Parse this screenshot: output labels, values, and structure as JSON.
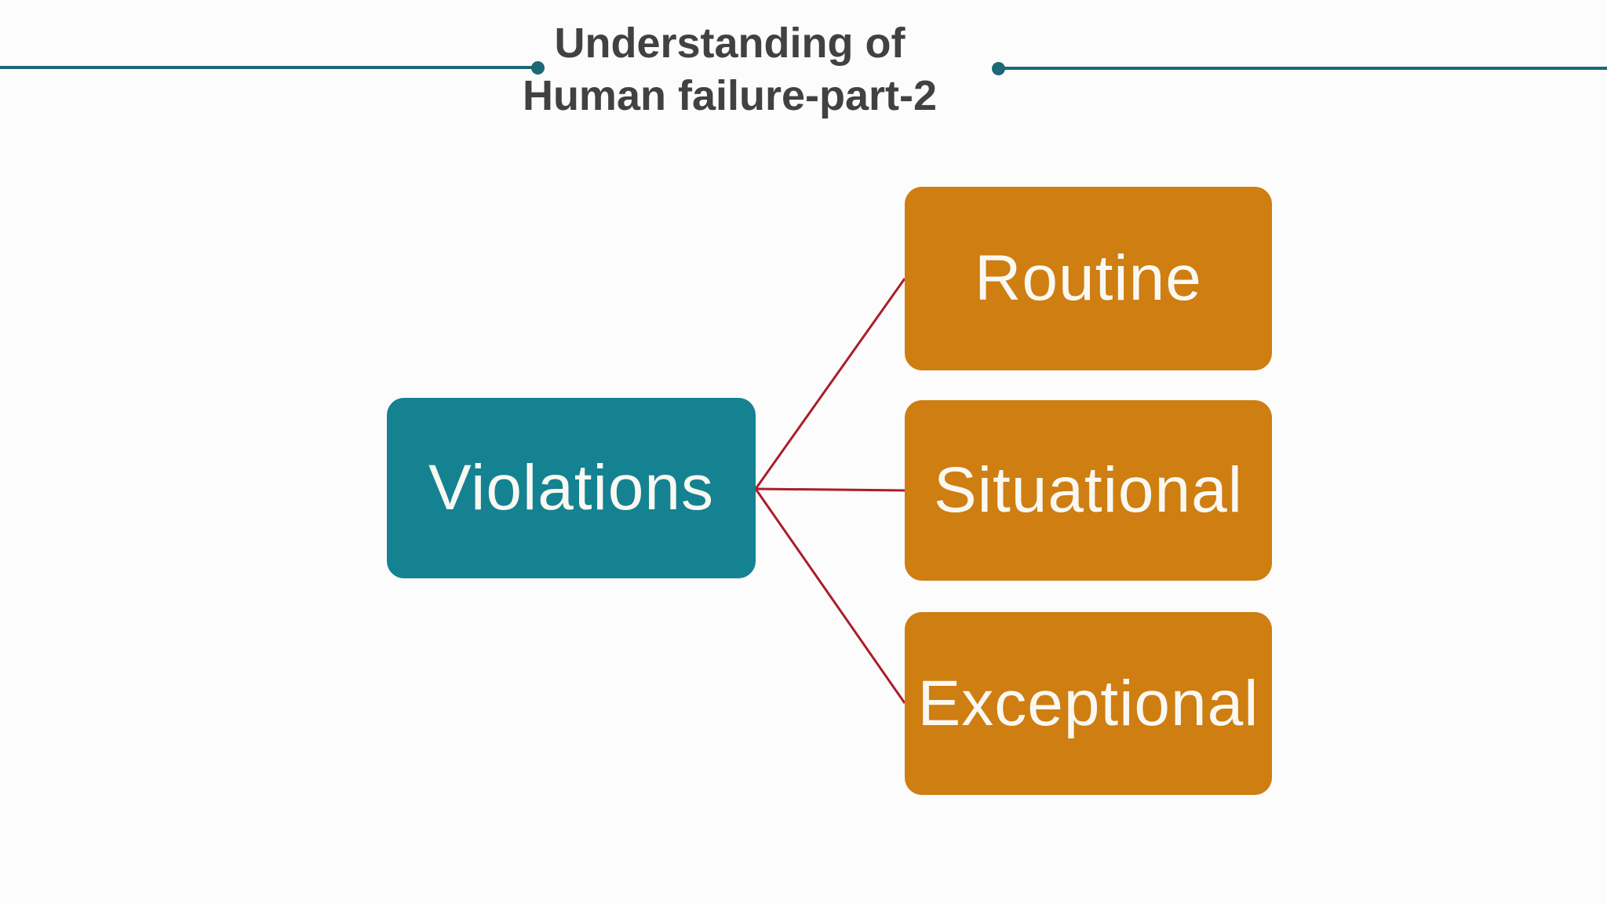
{
  "slide": {
    "title_line1": "Understanding of",
    "title_line2": "Human failure-part-2"
  },
  "diagram": {
    "root": {
      "label": "Violations"
    },
    "children": [
      {
        "label": "Routine"
      },
      {
        "label": "Situational"
      },
      {
        "label": "Exceptional"
      }
    ]
  },
  "colors": {
    "bg": "#fcfcfc",
    "title_color": "#414042",
    "decor_color": "#1d6876",
    "root_fill": "#148291",
    "child_fill": "#cf7e11",
    "connector_color": "#aa1e28",
    "label_color": "#faf8f2"
  }
}
